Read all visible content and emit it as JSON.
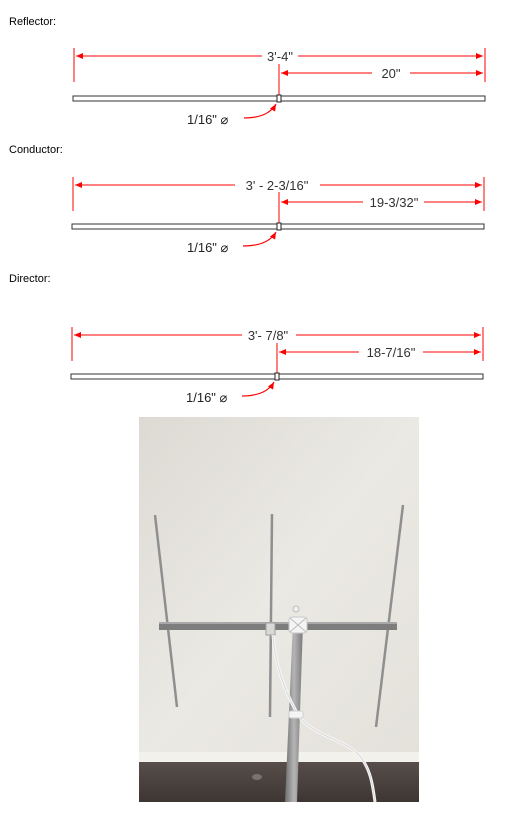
{
  "elements": [
    {
      "label": "Reflector:",
      "total_length": "3'-4\"",
      "half_length": "20\"",
      "hole": "1/16\" ⌀"
    },
    {
      "label": "Conductor:",
      "total_length": "3' - 2-3/16\"",
      "half_length": "19-3/32\"",
      "hole": "1/16\" ⌀"
    },
    {
      "label": "Director:",
      "total_length": "3'- 7/8\"",
      "half_length": "18-7/16\"",
      "hole": "1/16\" ⌀"
    }
  ],
  "colors": {
    "dimension_line": "#ff0000",
    "rod_outline": "#333333",
    "wall": "#e8e6e0",
    "floor": "#4a423f",
    "antenna_metal": "#9a9a9a"
  },
  "photo": {
    "subject": "assembled three-element antenna on a stand against a wall"
  }
}
